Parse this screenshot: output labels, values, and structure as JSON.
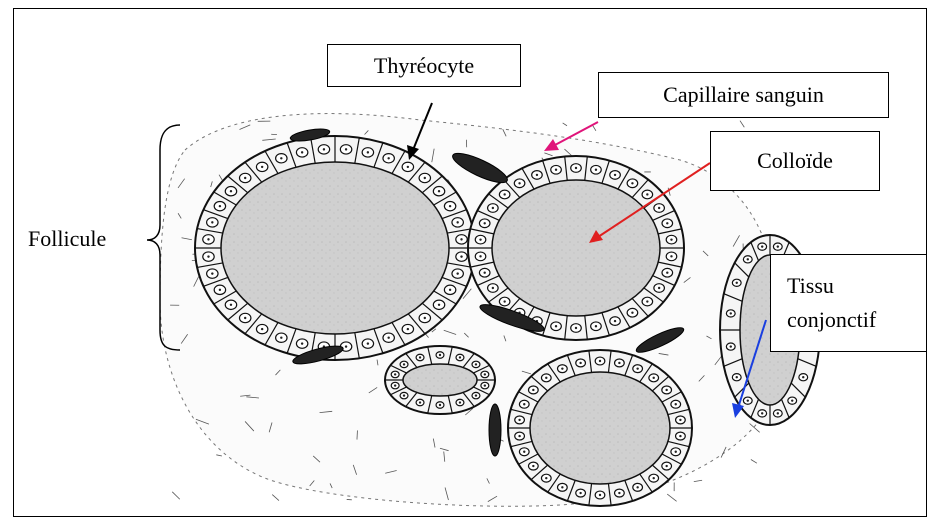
{
  "labels": {
    "thyreocyte": "Thyréocyte",
    "capillaire": "Capillaire sanguin",
    "colloide": "Colloïde",
    "tissu_line1": "Tissu",
    "tissu_line2": "conjonctif",
    "follicule": "Follicule"
  },
  "colors": {
    "colloid_fill": "#d2d2d2",
    "cell_fill": "#f5f5f5",
    "outline": "#111111",
    "arrow_thyreocyte": "#000000",
    "arrow_capillaire": "#e0147a",
    "arrow_colloide": "#e02020",
    "arrow_tissu": "#1a3fe0"
  }
}
